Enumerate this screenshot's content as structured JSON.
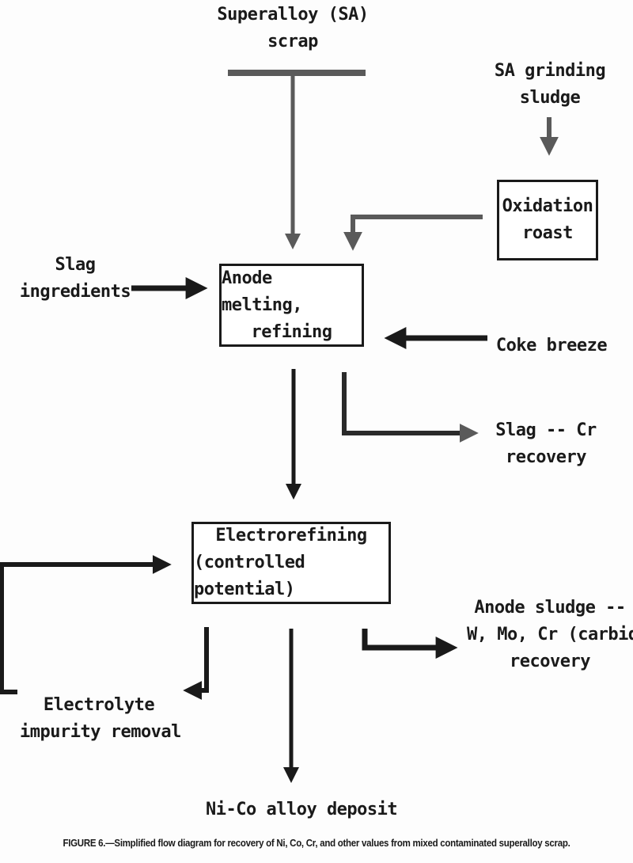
{
  "diagram": {
    "inputs": {
      "superalloy_scrap": [
        "Superalloy (SA)",
        "scrap"
      ],
      "sa_grinding_sludge": [
        "SA grinding",
        "sludge"
      ],
      "slag_ingredients": [
        "Slag",
        "ingredients"
      ],
      "coke_breeze": [
        "Coke breeze"
      ]
    },
    "processes": {
      "oxidation_roast": [
        "Oxidation",
        "roast"
      ],
      "anode_melting": [
        "Anode melting,",
        "refining"
      ],
      "electrorefining": [
        "Electrorefining",
        "(controlled potential)"
      ]
    },
    "outputs": {
      "slag_cr_recovery": [
        "Slag -- Cr",
        "recovery"
      ],
      "anode_sludge": [
        "Anode sludge --",
        "W, Mo, Cr (carbide)",
        "recovery"
      ],
      "electrolyte_impurity_removal": [
        "Electrolyte",
        "impurity removal"
      ],
      "ni_co_alloy_deposit": [
        "Ni-Co alloy deposit"
      ]
    },
    "edges": [
      {
        "from": "Superalloy (SA) scrap",
        "to": "Anode melting, refining"
      },
      {
        "from": "SA grinding sludge",
        "to": "Oxidation roast"
      },
      {
        "from": "Oxidation roast",
        "to": "Anode melting, refining"
      },
      {
        "from": "Slag ingredients",
        "to": "Anode melting, refining"
      },
      {
        "from": "Coke breeze",
        "to": "Anode melting, refining"
      },
      {
        "from": "Anode melting, refining",
        "to": "Slag -- Cr recovery"
      },
      {
        "from": "Anode melting, refining",
        "to": "Electrorefining (controlled potential)"
      },
      {
        "from": "Electrorefining (controlled potential)",
        "to": "Electrolyte impurity removal"
      },
      {
        "from": "Electrolyte impurity removal",
        "to": "Electrorefining (controlled potential)"
      },
      {
        "from": "Electrorefining (controlled potential)",
        "to": "Anode sludge -- W, Mo, Cr (carbide) recovery"
      },
      {
        "from": "Electrorefining (controlled potential)",
        "to": "Ni-Co alloy deposit"
      }
    ],
    "colors": {
      "ink": "#1a1a1a",
      "gray_arrow": "#5a5a5a",
      "background": "#fdfdfd"
    }
  },
  "caption": "FIGURE 6.—Simplified flow diagram for recovery of Ni, Co, Cr, and other values from mixed contaminated superalloy scrap."
}
